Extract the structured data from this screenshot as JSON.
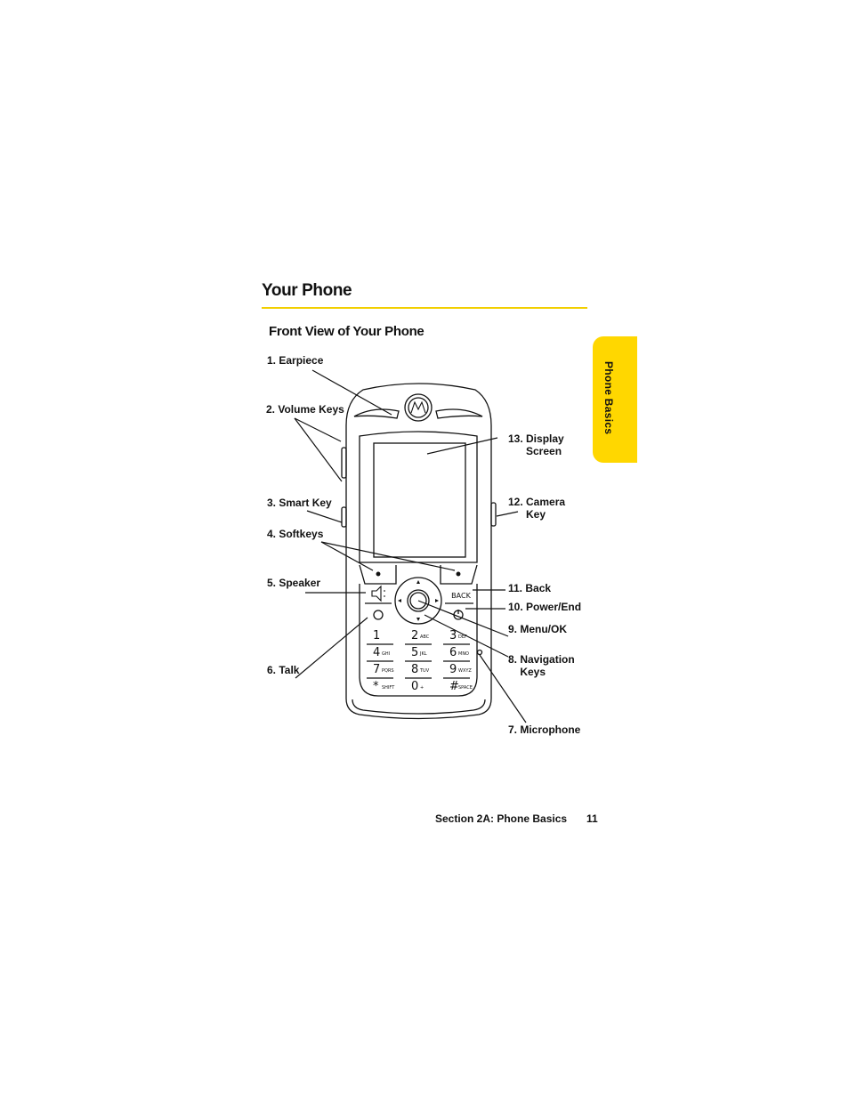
{
  "page": {
    "title": "Your Phone",
    "subtitle": "Front View of Your Phone",
    "side_tab": "Phone Basics",
    "footer_section": "Section 2A: Phone Basics",
    "page_number": "11",
    "accent_color": "#ffd700"
  },
  "callouts": {
    "earpiece": "1. Earpiece",
    "volume_keys": "2. Volume Keys",
    "smart_key": "3. Smart Key",
    "softkeys": "4. Softkeys",
    "speaker": "5. Speaker",
    "talk": "6. Talk",
    "microphone": "7. Microphone",
    "navigation_keys": "8. Navigation\n    Keys",
    "menu_ok": "9. Menu/OK",
    "power_end": "10. Power/End",
    "back": "11. Back",
    "camera_key": "12. Camera\n      Key",
    "display_screen": "13. Display\n      Screen"
  },
  "keypad": {
    "back_label": "BACK",
    "keys": [
      {
        "digit": "1",
        "letters": ""
      },
      {
        "digit": "2",
        "letters": "ABC"
      },
      {
        "digit": "3",
        "letters": "DEF"
      },
      {
        "digit": "4",
        "letters": "GHI"
      },
      {
        "digit": "5",
        "letters": "JKL"
      },
      {
        "digit": "6",
        "letters": "MNO"
      },
      {
        "digit": "7",
        "letters": "PQRS"
      },
      {
        "digit": "8",
        "letters": "TUV"
      },
      {
        "digit": "9",
        "letters": "WXYZ"
      },
      {
        "digit": "*",
        "letters": "SHIFT"
      },
      {
        "digit": "0",
        "letters": "+"
      },
      {
        "digit": "#",
        "letters": "SPACE"
      }
    ]
  }
}
